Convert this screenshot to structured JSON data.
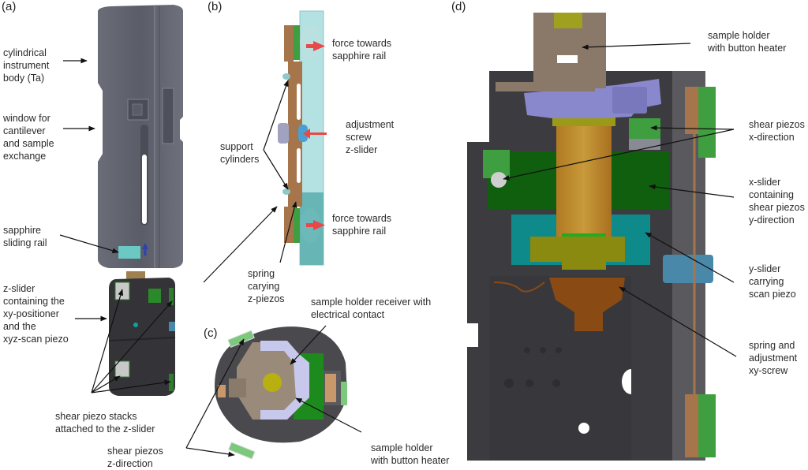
{
  "panels": {
    "a": {
      "tag": "(a)",
      "labels": {
        "body": "cylindrical\ninstrument\nbody (Ta)",
        "window": "window for\ncantilever\nand sample\nexchange",
        "rail": "sapphire\nsliding rail",
        "zslider": "z-slider\ncontaining the\nxy-positioner\nand the\nxyz-scan piezo",
        "stacks": "shear piezo stacks\nattached to the z-slider"
      }
    },
    "b": {
      "tag": "(b)",
      "labels": {
        "force_top": "force towards\nsapphire rail",
        "screw": "adjustment\nscrew\nz-slider",
        "support": "support\ncylinders",
        "force_bottom": "force towards\nsapphire rail",
        "spring": "spring\ncarying\nz-piezos"
      }
    },
    "c": {
      "tag": "(c)",
      "labels": {
        "receiver": "sample holder receiver with\nelectrical contact",
        "holder": "sample holder\nwith button heater",
        "zpiezos": "shear piezos\nz-direction"
      }
    },
    "d": {
      "tag": "(d)",
      "labels": {
        "holder": "sample holder\nwith button heater",
        "xpiezos": "shear piezos\nx-direction",
        "xslider": "x-slider\ncontaining\nshear piezos\ny-direction",
        "yslider": "y-slider\ncarrying\nscan piezo",
        "spring": "spring and\nadjustment\nxy-screw"
      }
    }
  },
  "colors": {
    "body_gray": "#5f626c",
    "dark_gray": "#3a3a3c",
    "copper": "#a6754c",
    "sapphire": "#8fcfcf",
    "green": "#2e7d2e",
    "dark_green": "#0f5f0f",
    "teal": "#0f8a8a",
    "olive": "#8a8a10",
    "brass": "#b8862a",
    "lavender": "#8a88cc",
    "tan": "#8a7868",
    "rust": "#8a4a14",
    "steel_blue": "#4a88aa",
    "arrow_red": "#e8484a",
    "arrow_blue": "#3040b0"
  }
}
